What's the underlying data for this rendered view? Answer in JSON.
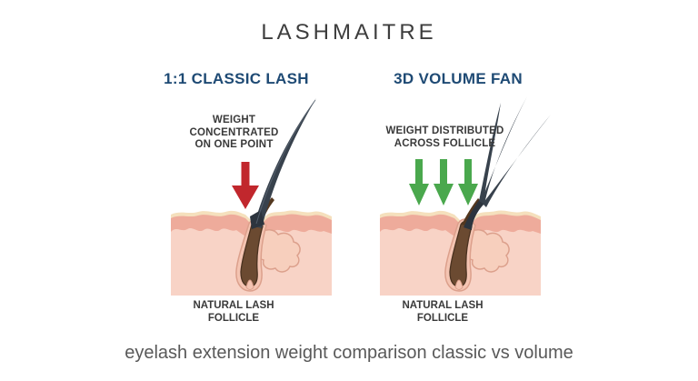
{
  "title": "LASHMAITRE",
  "caption": "eyelash extension weight comparison classic vs volume",
  "panels": {
    "classic": {
      "heading": "1:1 CLASSIC LASH",
      "annotation": "WEIGHT\nCONCENTRATED\nON ONE POINT",
      "follicle_label": "NATURAL LASH\nFOLLICLE"
    },
    "volume": {
      "heading": "3D VOLUME FAN",
      "annotation": "WEIGHT DISTRIBUTED\nACROSS FOLLICLE",
      "follicle_label": "NATURAL LASH\nFOLLICLE"
    }
  },
  "icons": {
    "classic_weight": "red-down-arrow-icon",
    "volume_weight": "green-down-arrow-icon"
  },
  "colors": {
    "heading_blue": "#1e4a74",
    "red_arrow": "#c1272d",
    "green_arrow": "#4aa84d",
    "lash_dark": "#38424d",
    "lash_base_dark": "#2c343e",
    "natural_lash_brown": "#53371f",
    "follicle_brown": "#6b4a31",
    "sheath_pink": "#f4c4b2",
    "gland_pink": "#f7cfbd",
    "skin_light": "#f8d3c6",
    "skin_band": "#eeab9b",
    "skin_cream": "#f5e0bd"
  }
}
